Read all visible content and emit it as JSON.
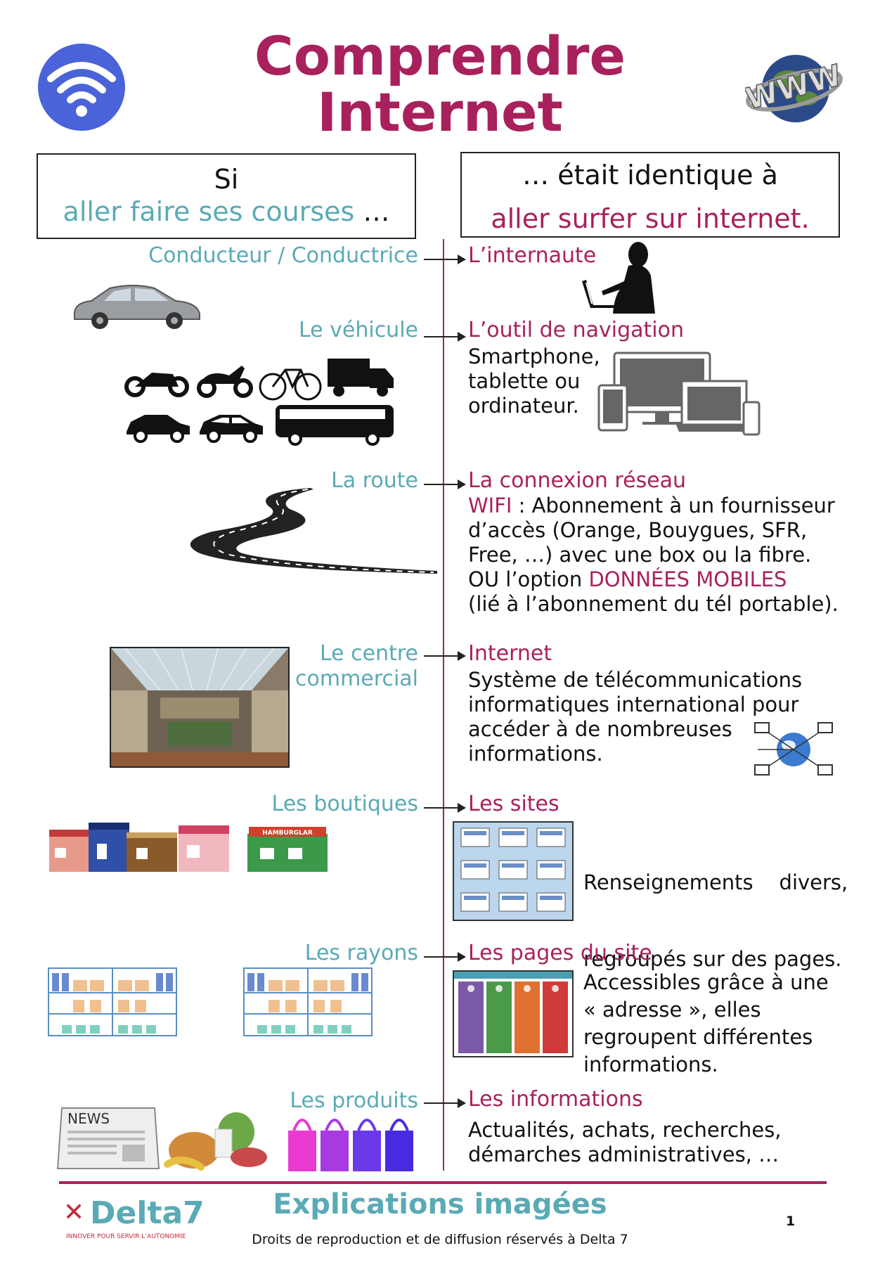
{
  "header": {
    "title_line1": "Comprendre",
    "title_line2": "Internet",
    "wifi_icon": "wifi-icon",
    "www_icon": "www-globe-icon"
  },
  "left_box": {
    "line1": "Si",
    "line2": "aller faire ses courses",
    "ellipsis": "…"
  },
  "right_box": {
    "line1": "… était identique à",
    "line2": "aller surfer sur internet."
  },
  "rows": [
    {
      "left": "Conducteur / Conductrice",
      "right": "L’internaute"
    },
    {
      "left": "Le véhicule",
      "right": "L’outil de navigation",
      "body": [
        "Smartphone,",
        "tablette ou",
        "ordinateur."
      ]
    },
    {
      "left": "La route",
      "right": "La connexion réseau",
      "wifi_label": "WIFI",
      "body_after_wifi": " : Abonnement à un fournisseur",
      "body": [
        "d’accès (Orange, Bouygues, SFR,",
        "Free, …) avec une box ou la fibre."
      ],
      "ou_prefix": "OU l’option ",
      "mobile_label": "DONNÉES MOBILES",
      "body_last": "(lié à l’abonnement du tél portable)."
    },
    {
      "left_line1": "Le centre",
      "left_line2": "commercial",
      "right": "Internet",
      "body": [
        "Système de télécommunications",
        "informatiques international pour",
        "accéder à de nombreuses",
        "informations."
      ]
    },
    {
      "left": "Les boutiques",
      "right": "Les sites",
      "body": [
        "Renseignements    divers,",
        "regroupés sur des pages."
      ],
      "shop_sign": "HAMBURGLAR"
    },
    {
      "left": "Les rayons",
      "right": "Les pages du site",
      "body": [
        "Accessibles grâce à une",
        "« adresse », elles",
        "regroupent différentes",
        "informations."
      ]
    },
    {
      "left": "Les produits",
      "right": "Les informations",
      "body": [
        "Actualités, achats, recherches,",
        "démarches administratives, …"
      ],
      "news_label": "NEWS"
    }
  ],
  "footer": {
    "logo": "Delta7",
    "logo_tagline": "INNOVER POUR SERVIR L’AUTONOMIE",
    "title": "Explications imagées",
    "rights": "Droits de reproduction et de diffusion réservés à Delta 7",
    "page_number": "1"
  },
  "colors": {
    "plum": "#a8215c",
    "teal": "#5aaab5",
    "wifi_blue": "#4a63d8"
  }
}
